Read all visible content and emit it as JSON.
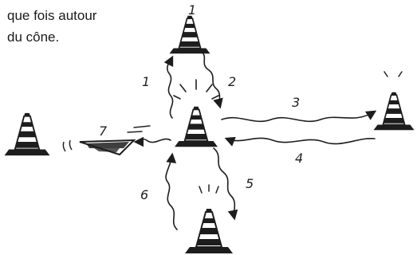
{
  "caption": {
    "line1": "que fois autour",
    "line2": "du cône."
  },
  "diagram": {
    "path_labels": [
      "1",
      "2",
      "3",
      "4",
      "5",
      "6",
      "7"
    ],
    "cones": [
      {
        "name": "top-cone",
        "label": "1"
      },
      {
        "name": "center-cone",
        "label": ""
      },
      {
        "name": "right-cone",
        "label": ""
      },
      {
        "name": "bottom-cone",
        "label": ""
      },
      {
        "name": "left-cone",
        "label": ""
      }
    ]
  }
}
